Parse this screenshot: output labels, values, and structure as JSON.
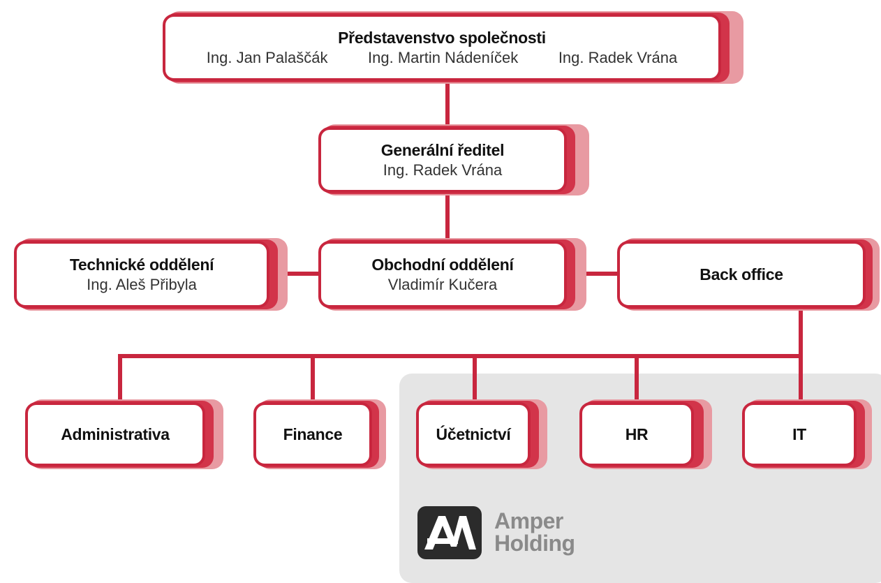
{
  "board": {
    "title": "Představenstvo společnosti",
    "members": [
      "Ing. Jan Palaščák",
      "Ing. Martin Nádeníček",
      "Ing. Radek Vrána"
    ]
  },
  "ceo": {
    "title": "Generální ředitel",
    "name": "Ing. Radek Vrána"
  },
  "departments": {
    "technical": {
      "title": "Technické oddělení",
      "name": "Ing. Aleš Přibyla"
    },
    "sales": {
      "title": "Obchodní oddělení",
      "name": "Vladimír Kučera"
    },
    "back_office": {
      "title": "Back office"
    }
  },
  "back_office_units": [
    "Administrativa",
    "Finance",
    "Účetnictví",
    "HR",
    "IT"
  ],
  "logo": {
    "line1": "Amper",
    "line2": "Holding",
    "mark": "AH-monogram-icon"
  },
  "colors": {
    "border": "#c8263e",
    "shadow_dark": "#d2344a",
    "shadow_light": "#e89aa2",
    "panel": "#e5e5e5",
    "logo_text": "#8a8a8a"
  }
}
